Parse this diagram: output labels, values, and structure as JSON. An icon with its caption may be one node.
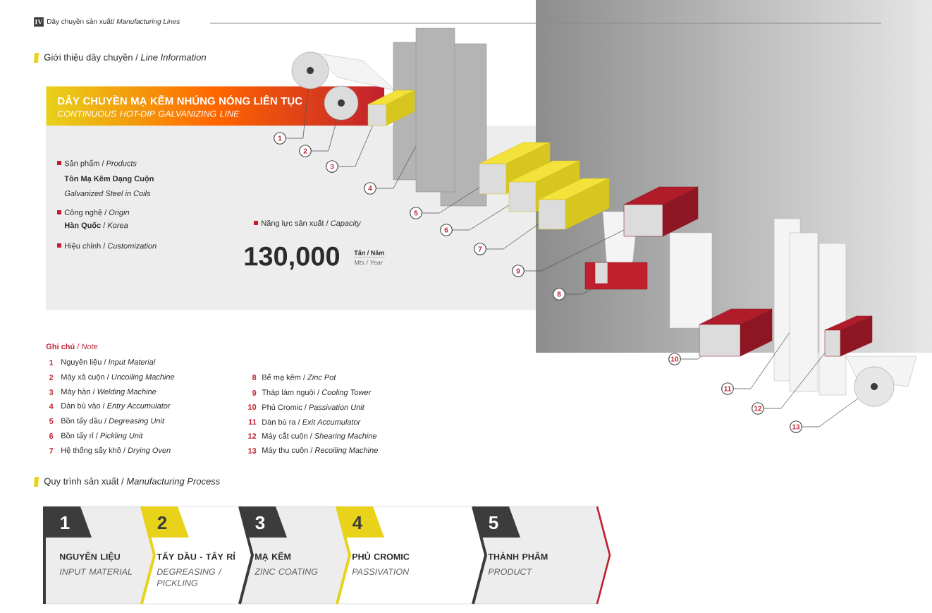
{
  "diagram": {
    "nodes": [
      {
        "text": [
          "DÂY CHUYỀN MẠ KẼM NHÚNG NÓNG LIÊN TỤC",
          "CONTINUOUS HOT-DIP GALVANIZING LINE"
        ]
      },
      {
        "text": [
          "1"
        ]
      },
      {
        "text": [
          "2"
        ]
      },
      {
        "text": [
          "3"
        ]
      },
      {
        "text": [
          "4"
        ]
      },
      {
        "text": [
          "5"
        ]
      },
      {
        "text": [
          "6"
        ]
      },
      {
        "text": [
          "7"
        ]
      },
      {
        "text": [
          "8"
        ]
      },
      {
        "text": [
          "9"
        ]
      },
      {
        "text": [
          "10"
        ]
      },
      {
        "text": [
          "11"
        ]
      },
      {
        "text": [
          "12"
        ]
      },
      {
        "text": [
          "13"
        ]
      },
      {
        "text": [],
        "shape": "cylinder"
      },
      {
        "text": [],
        "shape": "cylinder"
      },
      {
        "text": [],
        "shape": "box"
      },
      {
        "text": [],
        "shape": "box"
      },
      {
        "text": [],
        "shape": "box"
      },
      {
        "text": [],
        "shape": "box"
      },
      {
        "text": [],
        "shape": "box"
      },
      {
        "text": [],
        "shape": "box"
      },
      {
        "text": [],
        "shape": "box"
      },
      {
        "text": [],
        "shape": "box"
      },
      {
        "text": [],
        "shape": "box"
      },
      {
        "text": [],
        "shape": "box"
      },
      {
        "text": [],
        "shape": "cylinder"
      },
      {
        "text": [
          "1",
          "NGUYÊN LIỆU",
          "INPUT MATERIAL"
        ]
      },
      {
        "text": [
          "2",
          "TẨY DẦU - TẨY RỈ",
          "DEGREASING / PICKLING"
        ]
      },
      {
        "text": [
          "3",
          "MẠ KẼM",
          "ZINC COATING"
        ]
      },
      {
        "text": [
          "4",
          "PHỦ CROMIC",
          "PASSIVATION"
        ]
      },
      {
        "text": [
          "5",
          "THÀNH PHẨM",
          "PRODUCT"
        ]
      }
    ],
    "edges": [
      {
        "from": 1,
        "to": 14,
        "arrow": "none"
      },
      {
        "from": 2,
        "to": 15,
        "arrow": "none"
      },
      {
        "from": 3,
        "to": 16,
        "arrow": "none"
      },
      {
        "from": 4,
        "to": 17,
        "arrow": "none"
      },
      {
        "from": 5,
        "to": 18,
        "arrow": "none"
      },
      {
        "from": 6,
        "to": 19,
        "arrow": "none"
      },
      {
        "from": 7,
        "to": 20,
        "arrow": "none"
      },
      {
        "from": 8,
        "to": 21,
        "arrow": "none"
      },
      {
        "from": 9,
        "to": 22,
        "arrow": "none"
      },
      {
        "from": 10,
        "to": 23,
        "arrow": "none"
      },
      {
        "from": 11,
        "to": 24,
        "arrow": "none"
      },
      {
        "from": 12,
        "to": 25,
        "arrow": "none"
      },
      {
        "from": 13,
        "to": 26,
        "arrow": "none"
      }
    ],
    "labels": [
      "IV",
      "Dây chuyền sản xuất/ *Manufacturing Lines*",
      "Giới thiệu dây chuyền / *Line Information*",
      "Sản phẩm / *Products*",
      "Tôn Mạ Kẽm Dạng Cuộn",
      "Galvanized Steel in Coils",
      "Công nghệ / *Origin*",
      "**Hàn Quốc** / *Korea*",
      "Năng lực sản xuất / *Capacity*",
      "Hiệu chỉnh / *Customization*",
      "130,000",
      "Tấn / Năm",
      "Mts / Year",
      "**Ghi chú** / *Note*",
      "1",
      "Nguyên liệu / *Input Material*",
      "2",
      "Máy xả cuộn / *Uncoiling Machine*",
      "3",
      "Máy hàn / *Welding Machine*",
      "4",
      "Dàn bù vào / *Entry Accumulator*",
      "5",
      "Bồn tẩy dầu / *Degreasing Unit*",
      "6",
      "Bồn tẩy rỉ / *Pickling Unit*",
      "7",
      "Hệ thống sấy khô / *Drying Oven*",
      "8",
      "Bể mạ kẽm / *Zinc Pot*",
      "9",
      "Tháp làm nguội / *Cooling Tower*",
      "10",
      "Phủ Cromic / *Passivation Unit*",
      "11",
      "Dàn bù ra / *Exit Accumulator*",
      "12",
      "Máy cắt cuộn / *Shearing Machine*",
      "13",
      "Máy thu cuộn / *Recoiling Machine*",
      "Quy trình sản xuất / *Manufacturing Process*"
    ]
  }
}
